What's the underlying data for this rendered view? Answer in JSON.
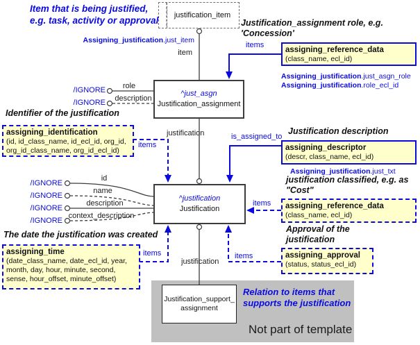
{
  "notes": {
    "item": "Item that is being justified,\ne.g. task, activity or approval",
    "assignment_role": "Justification_assignment role, e.g.\n'Concession'",
    "identifier": "Identifier of the justification",
    "description": "Justification description",
    "classified": "justification classified, e.g. as\n\"Cost\"",
    "date_created": "The date the justification was created",
    "approval": "Approval of the\njustification",
    "relation": "Relation to items that\nsupports the justification",
    "not_part_of_template": "Not part of template"
  },
  "entities": {
    "justification_item": {
      "label": "justification_item"
    },
    "justification_assignment": {
      "tag": "^just_asgn",
      "label": "Justification_assignment"
    },
    "justification": {
      "tag": "^justification",
      "label": "Justification"
    },
    "justification_support_assignment": {
      "label": "Justification_support_\nassignment"
    }
  },
  "templates": {
    "assigning_reference_data_role": {
      "title": "assigning_reference_data",
      "params": "(class_name, ecl_id)"
    },
    "assigning_identification": {
      "title": "assigning_identification",
      "params": "(id, id_class_name, id_ecl_id, org_id,\norg_id_class_name, org_id_ecl_id)"
    },
    "assigning_descriptor": {
      "title": "assigning_descriptor",
      "params": "(descr, class_name, ecl_id)"
    },
    "assigning_reference_data_class": {
      "title": "assigning_reference_data",
      "params": "(class_name, ecl_id)"
    },
    "assigning_time": {
      "title": "assigning_time",
      "params": "(date_class_name, date_ecl_id, year,\nmonth, day, hour, minute, second,\nsense, hour_offset, minute_offset)"
    },
    "assigning_approval": {
      "title": "assigning_approval",
      "params": "(status, status_ecl_id)"
    }
  },
  "bindings": {
    "entity": "Assigning_justification",
    "just_item": ".just_item",
    "just_asgn_role": ".just_asgn_role",
    "role_ecl_id": ".role_ecl_id",
    "just_txt": ".just_txt"
  },
  "edge_labels": {
    "item": "item",
    "items": "items",
    "is_assigned_to": "is_assigned_to",
    "justification": "justification",
    "role": "role",
    "description": "description",
    "ignore": "/IGNORE"
  },
  "attributes": {
    "id": "id",
    "name": "name",
    "description": "description",
    "context_description": "context_description"
  },
  "colors": {
    "accent_blue": "#0a0ae0",
    "template_fill": "#FFFFCC",
    "gray_fill": "#C0C0C0",
    "line_black": "#3c3c3c"
  }
}
